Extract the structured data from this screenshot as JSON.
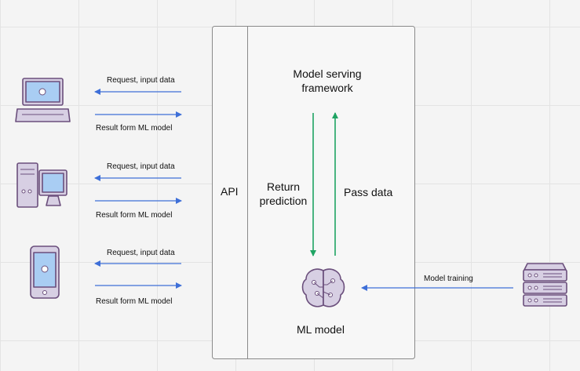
{
  "api_label": "API",
  "framework_label": "Model serving\nframework",
  "return_label": "Return\nprediction",
  "pass_label": "Pass data",
  "model_label": "ML model",
  "training_label": "Model training",
  "clients": [
    {
      "name": "laptop",
      "request": "Request, input data",
      "result": "Result form ML model"
    },
    {
      "name": "desktop",
      "request": "Request, input data",
      "result": "Result form ML model"
    },
    {
      "name": "phone",
      "request": "Request, input data",
      "result": "Result form ML model"
    }
  ],
  "colors": {
    "arrow_blue": "#3e6fd8",
    "arrow_green": "#1fa463",
    "icon_purple": "#7a5a8c",
    "icon_fill": "#d7cfe3",
    "screen_blue": "#9fc4f0"
  }
}
